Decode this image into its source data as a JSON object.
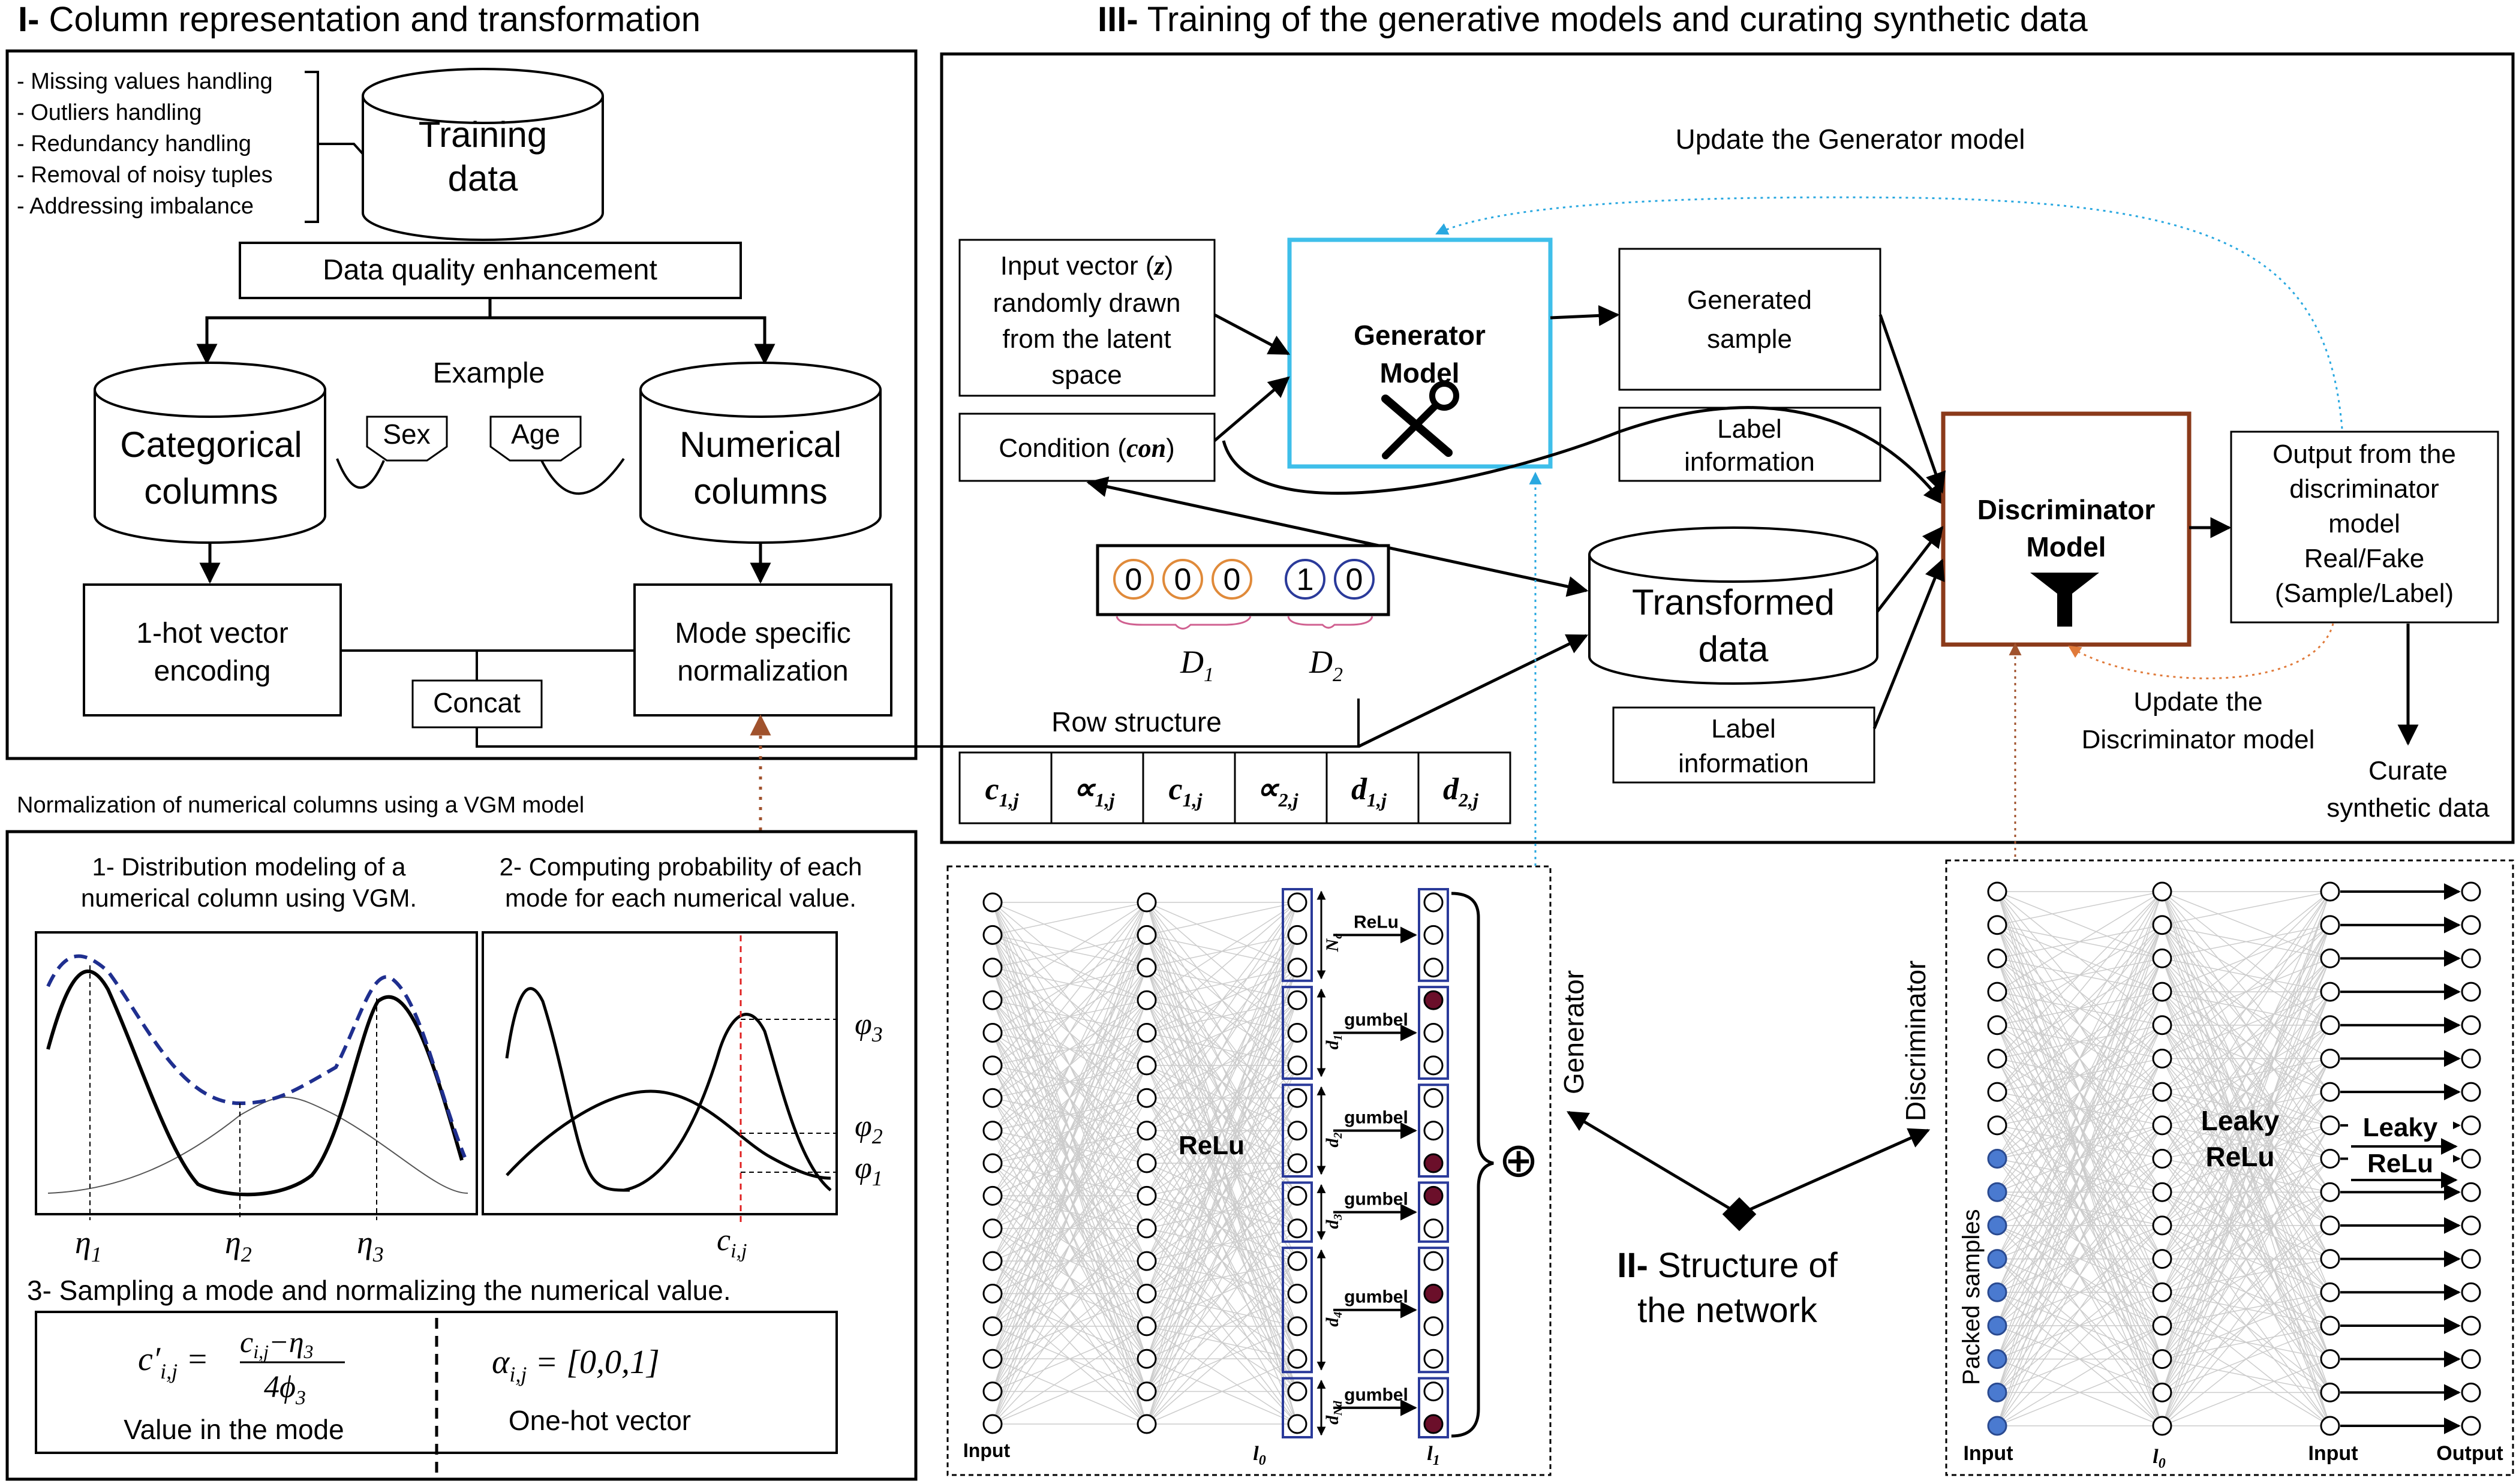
{
  "sections": {
    "s1_title": {
      "roman": "I-",
      "text": " Column representation and transformation"
    },
    "s3_title": {
      "roman": "III-",
      "text": " Training of the generative models and curating synthetic data"
    },
    "s2_title": {
      "roman": "II-",
      "line1": " Structure of",
      "line2": "the network"
    }
  },
  "section1": {
    "preprocessing": [
      "- Missing values handling",
      "- Outliers handling",
      "- Redundancy  handling",
      "- Removal of noisy tuples",
      "- Addressing  imbalance"
    ],
    "training_data": [
      "Training",
      "data"
    ],
    "data_quality": "Data quality enhancement",
    "example": "Example",
    "sex": "Sex",
    "age": "Age",
    "categorical": [
      "Categorical",
      "columns"
    ],
    "numerical": [
      "Numerical",
      "columns"
    ],
    "onehot": [
      "1-hot vector",
      "encoding"
    ],
    "modespecific": [
      "Mode specific",
      "normalization"
    ],
    "concat": "Concat"
  },
  "vgm": {
    "caption": "Normalization  of  numerical  columns  using  a VGM  model",
    "step1": [
      "1- Distribution modeling of a",
      "numerical column using VGM."
    ],
    "step2": [
      "2- Computing probability of each",
      "mode for each numerical value."
    ],
    "step3": "3- Sampling a mode and normalizing the numerical value.",
    "eta": [
      "η",
      "η",
      "η"
    ],
    "eta_sub": [
      "1",
      "2",
      "3"
    ],
    "phi": [
      "φ",
      "φ",
      "φ"
    ],
    "phi_sub": [
      "3",
      "2",
      "1"
    ],
    "cij": "c",
    "cij_sub": "i,j",
    "formula_lhs": "c′",
    "formula_lhs_sub": "i,j",
    "formula_num": "c",
    "formula_num_sub": "i,j",
    "formula_num_rest": "−η",
    "formula_num_rest_sub": "3",
    "formula_den": "4ϕ",
    "formula_den_sub": "3",
    "alpha": "α",
    "alpha_sub": "i,j",
    "alpha_val": " = [0,0,1]",
    "value_in_mode": "Value  in the mode",
    "onehot_vector": "One-hot vector"
  },
  "section3": {
    "update_generator": "Update the Generator model",
    "input_vector": [
      "Input vector (",
      "z",
      ")",
      "randomly drawn",
      "from the latent",
      "space"
    ],
    "condition": [
      "Condition (",
      "con",
      ")"
    ],
    "generator": [
      "Generator",
      "Model"
    ],
    "generated": [
      "Generated",
      "sample"
    ],
    "label_info_top": [
      "Label",
      "information"
    ],
    "discriminator": [
      "Discriminator",
      "Model"
    ],
    "output": [
      "Output from the",
      "discriminator",
      "model",
      "Real/Fake",
      "(Sample/Label)"
    ],
    "transformed": [
      "Transformed",
      "data"
    ],
    "label_info_bottom": [
      "Label",
      "information"
    ],
    "update_discriminator": [
      "Update the",
      "Discriminator model"
    ],
    "curate": [
      "Curate",
      "synthetic data"
    ],
    "vector_digits": [
      "0",
      "0",
      "0",
      "1",
      "0"
    ],
    "D1": "D",
    "D1_sub": "1",
    "D2": "D",
    "D2_sub": "2",
    "row_structure": "Row structure",
    "row_cells": [
      {
        "sym": "c",
        "sub": "1,j"
      },
      {
        "sym": "∝",
        "sub": "1,j"
      },
      {
        "sym": "c",
        "sub": "1,j"
      },
      {
        "sym": "∝",
        "sub": "2,j"
      },
      {
        "sym": "d",
        "sub": "1,j"
      },
      {
        "sym": "d",
        "sub": "2,j"
      }
    ]
  },
  "section2": {
    "generator_label": "Generator",
    "discriminator_label": "Discriminator",
    "gen_input": "Input",
    "gen_l0": "l",
    "gen_l0_sub": "0",
    "gen_l1": "l",
    "gen_l1_sub": "1",
    "gen_relu": "ReLu",
    "gen_relu_small": "ReLu",
    "gumbel": "gumbel",
    "nc": "N",
    "nc_sub": "c",
    "d1": "d",
    "d1_sub": "1",
    "d2": "d",
    "d2_sub": "2",
    "d3": "d",
    "d3_sub": "3",
    "d4": "d",
    "d4_sub": "4",
    "dnd": "d",
    "dnd_sub": "Nd",
    "oplus": "⊕",
    "packed": "Packed samples",
    "dis_input": "Input",
    "dis_l0": "l",
    "dis_l0_sub": "0",
    "leaky1": [
      "Leaky",
      "ReLu"
    ],
    "leaky2": [
      "Leaky",
      "ReLu"
    ],
    "dis_input2": "Input",
    "dis_output": "Output"
  },
  "colors": {
    "generator_border": "#3fbfea",
    "discriminator_border": "#8b3a1a",
    "blue_dash": "#1f2f8f",
    "red_dash": "#e02020",
    "orange_circle": "#e08a3a",
    "blue_circle": "#2a3a9a",
    "dark_red_fill": "#6b0f2a",
    "blue_fill": "#4a7ad0",
    "dotted_brown": "#a0522d",
    "dotted_cyan": "#29a8e0",
    "dotted_orange": "#e07a3a"
  },
  "icons": [
    "wrench-screwdriver-icon",
    "funnel-icon"
  ]
}
